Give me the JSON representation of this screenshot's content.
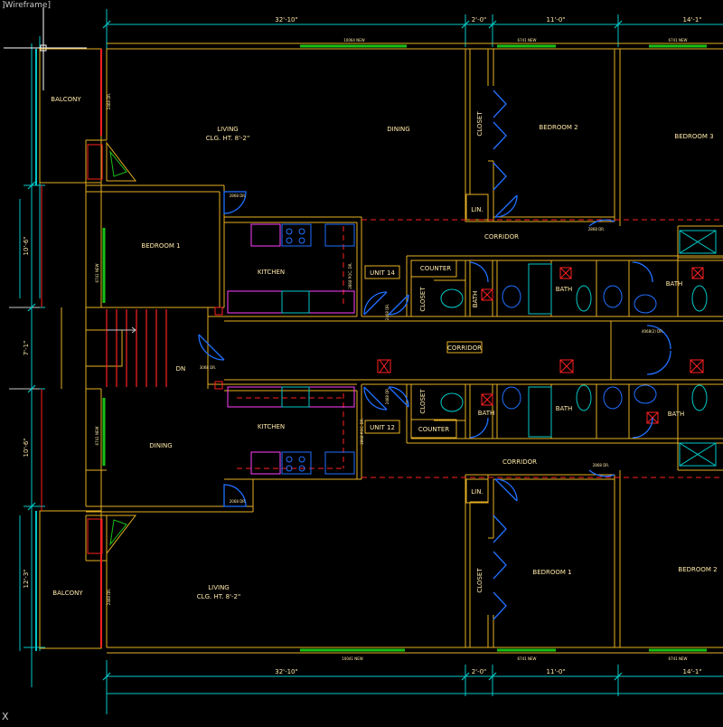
{
  "viewport": {
    "view_label": "]Wireframe]",
    "ucs_label": "X"
  },
  "dimensions": {
    "top": [
      "32'-10\"",
      "2'-0\"",
      "11'-0\"",
      "14'-1\""
    ],
    "bottom": [
      "32'-10\"",
      "2'-0\"",
      "11'-0\"",
      "14'-1\""
    ],
    "left": [
      "10'-6\"",
      "7'-1\"",
      "10'-6\"",
      "12'-3\""
    ]
  },
  "windows": {
    "top": [
      "10064 NEW",
      "6741 NEW",
      "6741 NEW"
    ],
    "bottom": [
      "10041 NEW",
      "6741 NEW",
      "6741 NEW"
    ],
    "side": [
      "6741 NEW",
      "6741 NEW"
    ]
  },
  "upper_unit": {
    "unit_tag": "UNIT 14",
    "rooms": {
      "balcony": "BALCONY",
      "living": "LIVING",
      "ceiling": "CLG. HT. 8'-2\"",
      "dining": "DINING",
      "bedroom_a": "BEDROOM 1",
      "bedroom_b": "BEDROOM 2",
      "bedroom_c": "BEDROOM 3",
      "kitchen": "KITCHEN",
      "closet_a": "CLOSET",
      "closet_b": "CLOSET",
      "linen": "LIN.",
      "corridor": "CORRIDOR",
      "counter": "COUNTER",
      "bath_a": "BATH",
      "bath_b": "BATH",
      "bath_c": "BATH"
    }
  },
  "lower_unit": {
    "unit_tag": "UNIT 12",
    "rooms": {
      "balcony": "BALCONY",
      "living": "LIVING",
      "ceiling": "CLG. HT. 8'-2\"",
      "dining": "DINING",
      "bedroom_a": "BEDROOM 1",
      "bedroom_b": "BEDROOM 2",
      "kitchen": "KITCHEN",
      "closet_a": "CLOSET",
      "closet_b": "CLOSET",
      "linen": "LIN.",
      "corridor": "CORRIDOR",
      "counter": "COUNTER",
      "bath_a": "BATH",
      "bath_b": "BATH",
      "bath_c": "BATH"
    }
  },
  "common": {
    "corridor": "CORRIDOR",
    "stair_dn": "DN"
  },
  "doors": {
    "d1": "2868 DR.",
    "d2": "3068 DR.",
    "d3": "2068 DR.",
    "d4": "2468 DR.",
    "d5": "4068(2) DR.",
    "d6": "2868 POC. DR."
  },
  "colors": {
    "background": "#000000",
    "wall": "#e6b022",
    "room_text": "#ffe9a8",
    "dimension": "#00c8c8",
    "door": "#2070ff",
    "window": "#18c018",
    "fixture": "#ff40ff",
    "hidden": "#ff2020",
    "magenta": "#ff40ff"
  }
}
